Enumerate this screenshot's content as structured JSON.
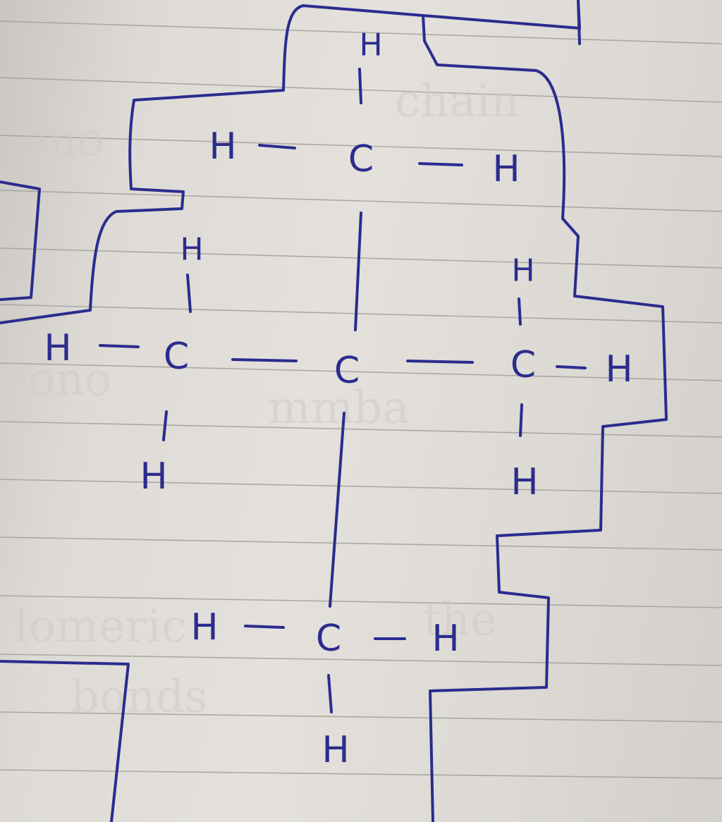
{
  "molecule": {
    "carbons": {
      "top": "C",
      "left": "C",
      "center": "C",
      "right": "C",
      "bottom": "C"
    },
    "hydrogens": {
      "top_up": "H",
      "top_left": "H",
      "top_right": "H",
      "left_up": "H",
      "left_left": "H",
      "left_down": "H",
      "right_up": "H",
      "right_right": "H",
      "right_down": "H",
      "bottom_left": "H",
      "bottom_right": "H",
      "bottom_down": "H"
    }
  },
  "colors": {
    "ink": "#2a2c8e",
    "paper": "#dedbd6",
    "rule_line": "#9a9893"
  }
}
